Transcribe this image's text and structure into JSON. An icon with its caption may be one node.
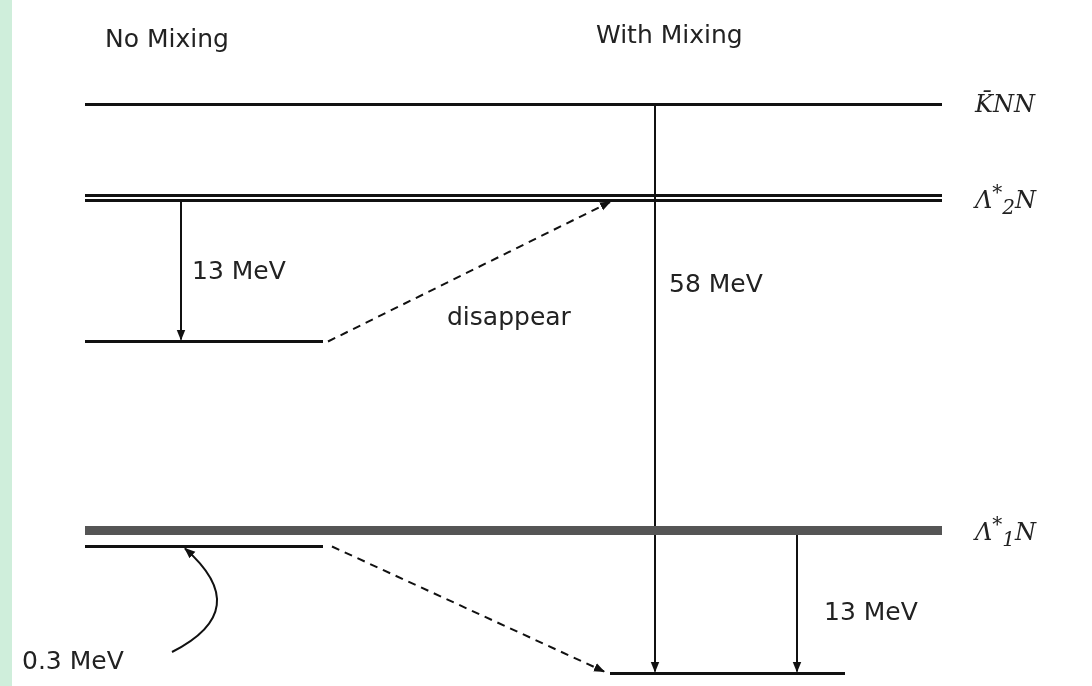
{
  "diagram": {
    "nodes": [
      {
        "text": [],
        "shape": "bar",
        "beside": [
          "K̄NN"
        ]
      },
      {
        "text": [],
        "shape": "bar",
        "beside": [
          "Λ$^{*}$$_{2}$N"
        ]
      },
      {
        "text": [],
        "shape": "bar"
      },
      {
        "text": [],
        "shape": "bar",
        "beside": [
          "Λ$^{*}$$_{1}$N"
        ]
      },
      {
        "text": [],
        "shape": "bar"
      },
      {
        "text": [],
        "shape": "bar"
      },
      {
        "text": [
          "0.3 MeV"
        ]
      }
    ],
    "edges": [
      {
        "from": 1,
        "to": 2,
        "arrow": "to",
        "label": "13 MeV"
      },
      {
        "from": 2,
        "to": 1,
        "arrow": "to",
        "style": "dashed",
        "label": "disappear"
      },
      {
        "from": 0,
        "to": 5,
        "arrow": "to",
        "label": "58 MeV"
      },
      {
        "from": 3,
        "to": 5,
        "arrow": "to",
        "label": "13 MeV"
      },
      {
        "from": 4,
        "to": 5,
        "arrow": "to",
        "style": "dashed"
      },
      {
        "from": 6,
        "to": 4,
        "arrow": "to"
      }
    ],
    "labels": [
      "No Mixing",
      "With Mixing"
    ]
  }
}
